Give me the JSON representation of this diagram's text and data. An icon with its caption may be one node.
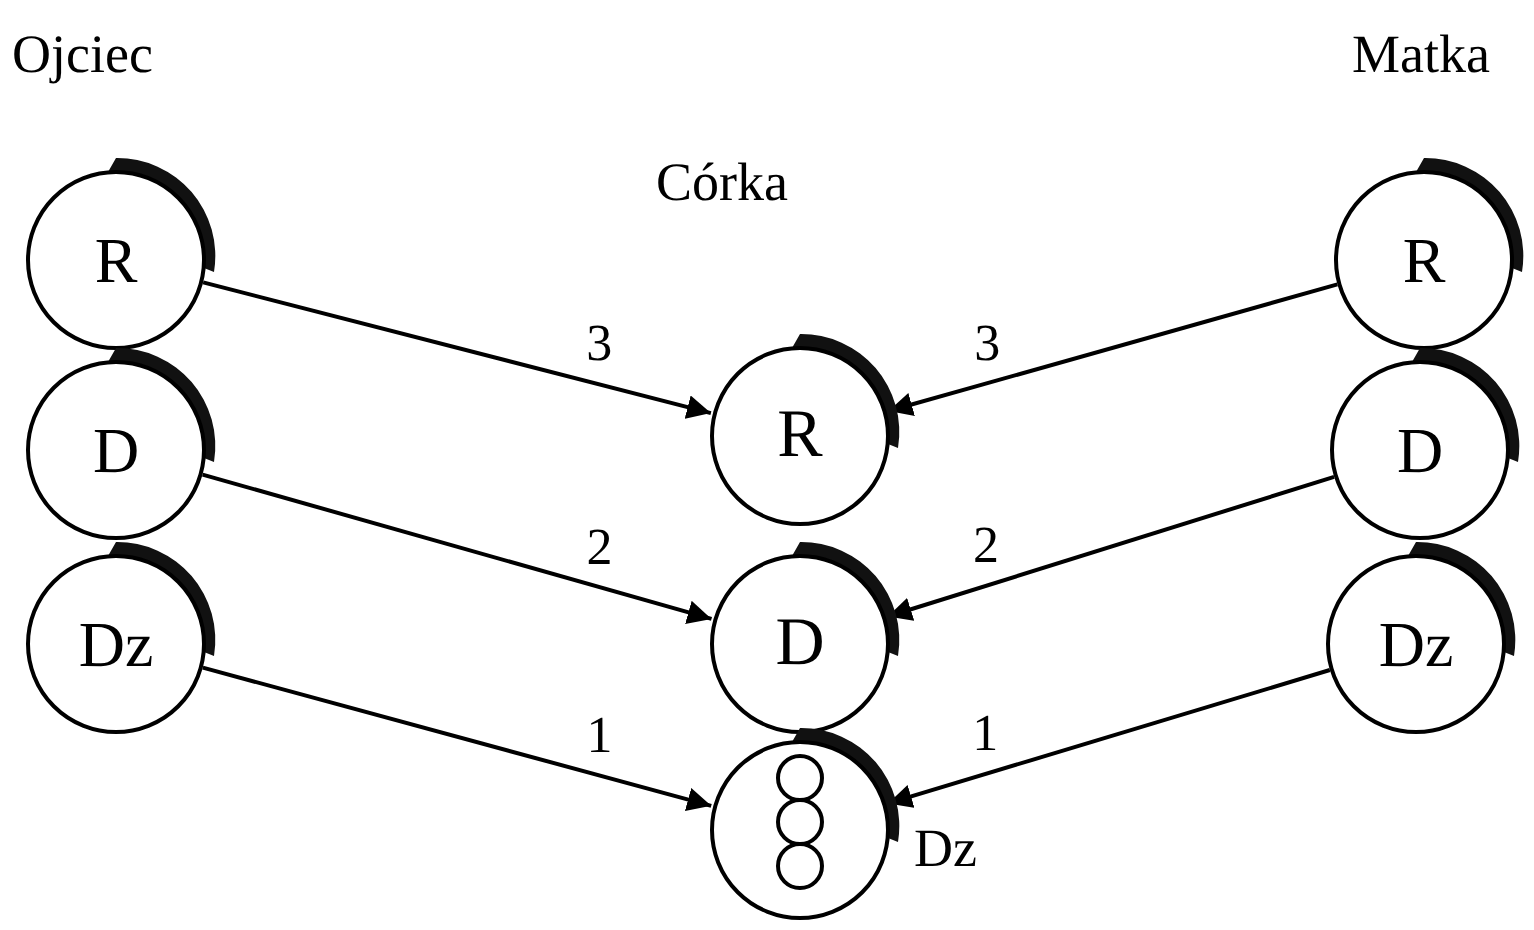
{
  "diagram": {
    "nodes": [
      {
        "text": [
          "R"
        ]
      },
      {
        "text": [
          "R"
        ]
      },
      {
        "text": [
          "R"
        ]
      },
      {
        "text": [
          "D"
        ]
      },
      {
        "text": [
          "D"
        ]
      },
      {
        "text": [
          "D"
        ]
      },
      {
        "text": [
          "Dz"
        ]
      },
      {
        "text": [
          "Dz"
        ]
      },
      {
        "text": [],
        "shape": "circle",
        "beside": [
          "Dz"
        ]
      }
    ],
    "edges": [
      {
        "from": 0,
        "to": 2,
        "arrow": "to",
        "label": "3"
      },
      {
        "from": 1,
        "to": 2,
        "arrow": "to",
        "label": "3"
      },
      {
        "from": 3,
        "to": 5,
        "arrow": "to",
        "label": "2"
      },
      {
        "from": 4,
        "to": 5,
        "arrow": "to",
        "label": "2"
      },
      {
        "from": 6,
        "to": 8,
        "arrow": "to",
        "label": "1"
      },
      {
        "from": 7,
        "to": 8,
        "arrow": "to",
        "label": "1"
      }
    ],
    "labels": [
      "Ojciec",
      "Córka",
      "Matka"
    ]
  }
}
